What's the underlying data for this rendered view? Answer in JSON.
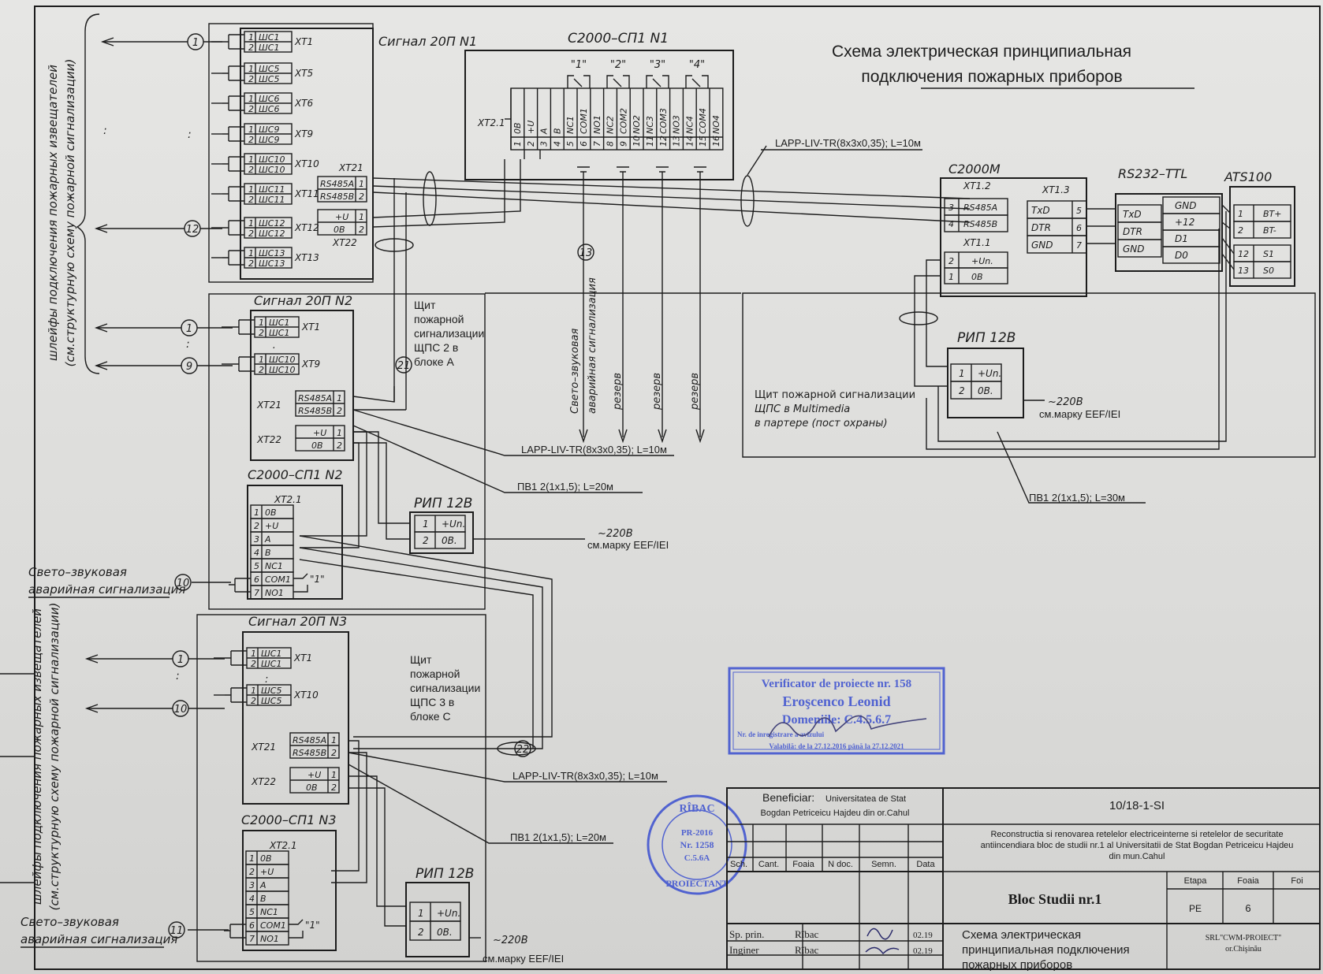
{
  "title": {
    "line1": "Схема электрическая принципиальная",
    "line2": "подключения пожарных приборов"
  },
  "side_labels": {
    "top_line1": "шлейфы подключения пожарных извещателей",
    "top_line2": "(см.структурную схему пожарной сигнализации)",
    "bottom_line1": "шлейфы подключения пожарных извещателей",
    "bottom_line2": "(см.структурную схему пожарной сигнализации)"
  },
  "devices": {
    "signal1": "Сигнал 20П N1",
    "signal2": "Сигнал 20П N2",
    "signal3": "Сигнал 20П N3",
    "sp1": "С2000–СП1 N1",
    "sp2": "С2000–СП1 N2",
    "sp3": "С2000–СП1 N3",
    "c2000m": "С2000М",
    "rs232": "RS232–TTL",
    "ats": "ATS100",
    "rip": "РИП 12В"
  },
  "signal1_rows": [
    {
      "n1": "1",
      "n2": "2",
      "a": "ШС1",
      "b": "ШС1",
      "xt": "XT1"
    },
    {
      "n1": "1",
      "n2": "2",
      "a": "ШС5",
      "b": "ШС5",
      "xt": "XT5"
    },
    {
      "n1": "1",
      "n2": "2",
      "a": "ШС6",
      "b": "ШС6",
      "xt": "XT6"
    },
    {
      "n1": "1",
      "n2": "2",
      "a": "ШС9",
      "b": "ШС9",
      "xt": "XT9"
    },
    {
      "n1": "1",
      "n2": "2",
      "a": "ШС10",
      "b": "ШС10",
      "xt": "XT10"
    },
    {
      "n1": "1",
      "n2": "2",
      "a": "ШС11",
      "b": "ШС11",
      "xt": "XT11"
    },
    {
      "n1": "1",
      "n2": "2",
      "a": "ШС12",
      "b": "ШС12",
      "xt": "XT12"
    },
    {
      "n1": "1",
      "n2": "2",
      "a": "ШС13",
      "b": "ШС13",
      "xt": "XT13"
    }
  ],
  "signal2_rows": [
    {
      "n1": "1",
      "n2": "2",
      "a": "ШС1",
      "b": "ШС1",
      "xt": "XT1"
    },
    {
      "n1": "1",
      "n2": "2",
      "a": "ШС10",
      "b": "ШС10",
      "xt": "XT9"
    }
  ],
  "signal3_rows": [
    {
      "n1": "1",
      "n2": "2",
      "a": "ШС1",
      "b": "ШС1",
      "xt": "XT1"
    },
    {
      "n1": "1",
      "n2": "2",
      "a": "ШС5",
      "b": "ШС5",
      "xt": "XT10"
    }
  ],
  "xt21": {
    "label": "XT21",
    "a": "RS485A",
    "b": "RS485B",
    "n1": "1",
    "n2": "2"
  },
  "xt22": {
    "label": "XT22",
    "a": "+U",
    "b": "0В",
    "n1": "1",
    "n2": "2"
  },
  "sp_terminal": "XT2.1",
  "sp1_pins": [
    {
      "n": "1",
      "s": "0В"
    },
    {
      "n": "2",
      "s": "+U"
    },
    {
      "n": "3",
      "s": "A"
    },
    {
      "n": "4",
      "s": "B"
    },
    {
      "n": "5",
      "s": "NC1"
    },
    {
      "n": "6",
      "s": "COM1"
    },
    {
      "n": "7",
      "s": "NO1"
    },
    {
      "n": "8",
      "s": "NC2"
    },
    {
      "n": "9",
      "s": "COM2"
    },
    {
      "n": "10",
      "s": "NO2"
    },
    {
      "n": "11",
      "s": "NC3"
    },
    {
      "n": "12",
      "s": "COM3"
    },
    {
      "n": "13",
      "s": "NO3"
    },
    {
      "n": "14",
      "s": "NC4"
    },
    {
      "n": "15",
      "s": "COM4"
    },
    {
      "n": "16",
      "s": "NO4"
    }
  ],
  "relays": [
    "\"1\"",
    "\"2\"",
    "\"3\"",
    "\"4\""
  ],
  "sp_small_pins": [
    {
      "n": "1",
      "s": "0В"
    },
    {
      "n": "2",
      "s": "+U"
    },
    {
      "n": "3",
      "s": "A"
    },
    {
      "n": "4",
      "s": "B"
    },
    {
      "n": "5",
      "s": "NC1"
    },
    {
      "n": "6",
      "s": "COM1"
    },
    {
      "n": "7",
      "s": "NO1"
    }
  ],
  "c2000m": {
    "xt12": "XT1.2",
    "xt13": "XT1.3",
    "xt11": "XT1.1",
    "rows12": [
      {
        "n": "3",
        "s": "RS485A"
      },
      {
        "n": "4",
        "s": "RS485B"
      }
    ],
    "rows13": [
      {
        "s": "TxD",
        "n": "5"
      },
      {
        "s": "DTR",
        "n": "6"
      },
      {
        "s": "GND",
        "n": "7"
      }
    ],
    "rows11": [
      {
        "n": "2",
        "s": "+Un."
      },
      {
        "n": "1",
        "s": "0В"
      }
    ]
  },
  "rs232_rows": {
    "left": [
      "TxD",
      "DTR",
      "GND"
    ],
    "right": [
      "GND",
      "+12",
      "D1",
      "D0"
    ]
  },
  "ats_rows": [
    {
      "n": "1",
      "s": "BT+"
    },
    {
      "n": "2",
      "s": "BT-"
    },
    {
      "n": "12",
      "s": "S1"
    },
    {
      "n": "13",
      "s": "S0"
    }
  ],
  "rip_rows": [
    {
      "n": "1",
      "s": "+Un."
    },
    {
      "n": "2",
      "s": "0В."
    }
  ],
  "cables": {
    "lapp": "LAPP-LIV-TR(8x3x0,35); L=10м",
    "pv20": "ПВ1 2(1x1,5); L=20м",
    "pv30": "ПВ1 2(1x1,5); L=30м"
  },
  "power": {
    "v": "~220В",
    "ref": "см.марку EEF/IEI"
  },
  "shields": {
    "a": [
      "Щит",
      "пожарной",
      "сигнализации",
      "ЩПС 2 в",
      "блоке А"
    ],
    "c": [
      "Щит",
      "пожарной",
      "сигнализации",
      "ЩПС 3 в",
      "блоке С"
    ],
    "m1": "Щит пожарной сигнализации",
    "m2": "ЩПС  в Multimedia",
    "m3": "в партере (пост охраны)"
  },
  "outputs": {
    "alarm1": "Свето–звуковая",
    "alarm2": "аварийная сигнализация",
    "reserve": "резерв"
  },
  "circles": {
    "c1": "1",
    "c12": "12",
    "c13": "13",
    "c9": "9",
    "c21": "21",
    "c10": "10",
    "c22": "22",
    "c11": "11"
  },
  "stamp": {
    "l1": "Verificator de proiecte nr. 158",
    "l2": "Eroşcenco Leonid",
    "l3": "Domeniile: C.4.5.6.7",
    "l4": "Nr. de inregistrare a avizului",
    "l5": "Valabilă: de la 27.12.2016 până la 27.12.2021"
  },
  "seal": {
    "top": "RÎBAC",
    "bot": "PROIECTANT",
    "mid1": "PR-2016",
    "mid2": "Nr. 1258",
    "mid3": "C.5.6A"
  },
  "titleblock": {
    "beneficiar_label": "Beneficiar:",
    "beneficiar1": "Universitatea de Stat",
    "beneficiar2": "Bogdan Petriceicu Hajdeu din or.Cahul",
    "code": "10/18-1-SI",
    "desc1": "Reconstructia si renovarea  retelelor electriceinterne si retelelor de securitate",
    "desc2": "antiincendiara bloc de studii nr.1 al Universitatii de Stat Bogdan Petriceicu Hajdeu",
    "desc3": "din mun.Cahul",
    "cols": [
      "Sch.",
      "Cant.",
      "Foaia",
      "N doc.",
      "Semn.",
      "Data"
    ],
    "etapa_h": "Etapa",
    "foaia_h": "Foaia",
    "foi_h": "Foi",
    "etapa": "PE",
    "foaia": "6",
    "bloc": "Bloc Studii nr.1",
    "r1_role": "Sp. prin.",
    "r1_name": "Rîbac",
    "r1_date": "02.19",
    "r2_role": "Inginer",
    "r2_name": "Rîbac",
    "r2_date": "02.19",
    "sheet1": "Схема электрическая",
    "sheet2": "принципиальная подключения",
    "sheet3": "пожарных приборов",
    "firm1": "SRL\"CWM-PROIECT\"",
    "firm2": "or.Chişinău"
  }
}
